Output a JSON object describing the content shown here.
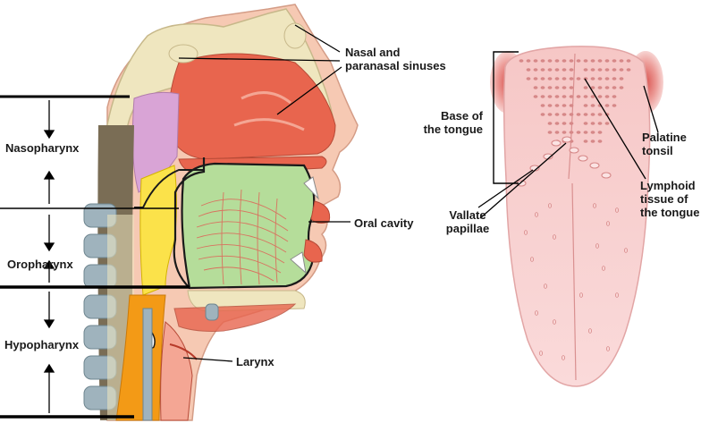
{
  "labels": {
    "nasal_sinuses": "Nasal and\nparanasal sinuses",
    "nasopharynx": "Nasopharynx",
    "oropharynx": "Oropharynx",
    "hypopharynx": "Hypopharynx",
    "oral_cavity": "Oral cavity",
    "larynx": "Larynx",
    "base_of_tongue": "Base of\nthe tongue",
    "vallate_papillae": "Vallate\npapillae",
    "palatine_tonsil": "Palatine\ntonsil",
    "lymphoid_tissue": "Lymphoid\ntissue of\nthe tongue"
  },
  "colors": {
    "bone": "#efe6bf",
    "nasal_cavity": "#e8654e",
    "oral_cavity": "#b5dd9a",
    "pharynx_yellow": "#fbe24a",
    "esophagus_orange": "#f39a16",
    "tongue_pink": "#f8cdcd",
    "tonsil": "#e38c8c",
    "vertebra": "#9fb3bd"
  }
}
